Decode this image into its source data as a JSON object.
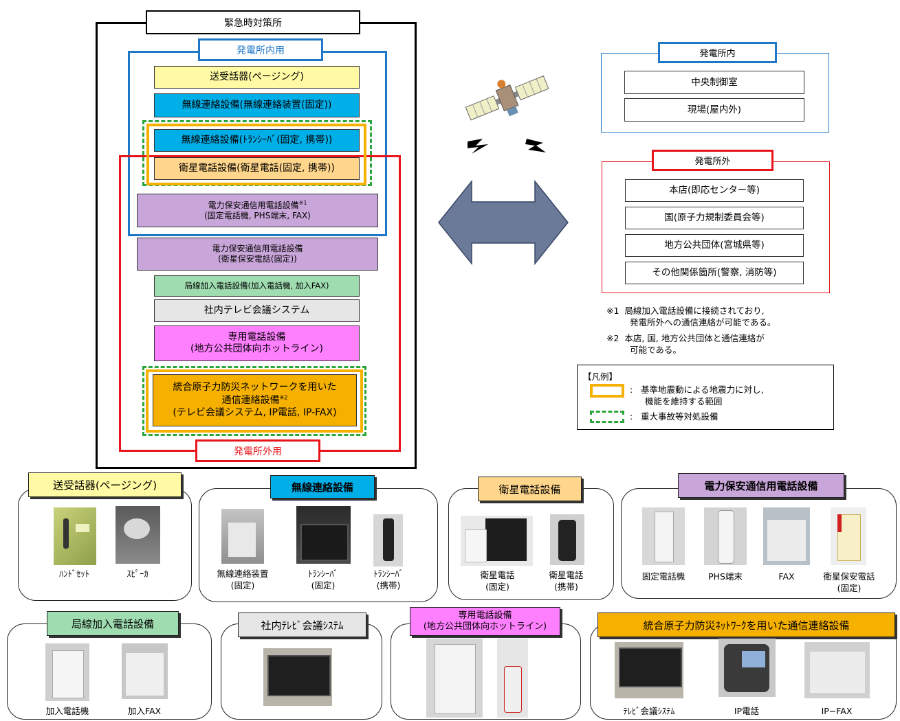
{
  "facility": {
    "title": "緊急時対策所",
    "inside_label": "発電所内用",
    "outside_label": "発電所外用",
    "items": {
      "paging": "送受話器(ページング)",
      "radio_fixed": "無線連絡設備(無線連絡装置(固定))",
      "radio_transceiver": "無線連絡設備(ﾄﾗﾝｼｰﾊﾞ(固定, 携帯))",
      "satellite": "衛星電話設備(衛星電話(固定, 携帯))",
      "power_phone_1_line1": "電力保安通信用電話設備",
      "power_phone_1_sup": "※1",
      "power_phone_1_line2": "(固定電話機, PHS端末, FAX)",
      "power_phone_2_line1": "電力保安通信用電話設備",
      "power_phone_2_line2": "(衛星保安電話(固定))",
      "local_line": "局線加入電話設備(加入電話機, 加入FAX)",
      "tv_conf": "社内テレビ会議システム",
      "dedicated_line1": "専用電話設備",
      "dedicated_line2": "(地方公共団体向ホットライン)",
      "integrated_line1": "統合原子力防災ネットワークを用いた",
      "integrated_line2": "通信連絡設備",
      "integrated_sup": "※2",
      "integrated_line3": "(テレビ会議システム, IP電話, IP-FAX)"
    }
  },
  "plant_inside": {
    "title": "発電所内",
    "items": [
      "中央制御室",
      "現場(屋内外)"
    ]
  },
  "plant_outside": {
    "title": "発電所外",
    "items": [
      "本店(即応センター等)",
      "国(原子力規制委員会等)",
      "地方公共団体(宮城県等)",
      "その他関係箇所(警察, 消防等)"
    ]
  },
  "notes": {
    "n1_mark": "※1",
    "n1_line1": "局線加入電話設備に接続されており,",
    "n1_line2": "発電所外への通信連絡が可能である。",
    "n2_mark": "※2",
    "n2_line1": "本店, 国, 地方公共団体と通信連絡が",
    "n2_line2": "可能である。"
  },
  "legend": {
    "title": "【凡例】",
    "orange_line1": "基準地震動による地震力に対し,",
    "orange_line2": "機能を維持する範囲",
    "green_text": "重大事故等対処設備",
    "colon": ":"
  },
  "panels": {
    "paging": {
      "title": "送受話器(ページング)",
      "items": [
        "ﾊﾝﾄﾞｾｯﾄ",
        "ｽﾋﾟｰｶ"
      ]
    },
    "radio": {
      "title": "無線連絡設備",
      "items": [
        [
          "無線連絡装置",
          "(固定)"
        ],
        [
          "ﾄﾗﾝｼｰﾊﾞ",
          "(固定)"
        ],
        [
          "ﾄﾗﾝｼｰﾊﾞ",
          "(携帯)"
        ]
      ]
    },
    "satellite": {
      "title": "衛星電話設備",
      "items": [
        [
          "衛星電話",
          "(固定)"
        ],
        [
          "衛星電話",
          "(携帯)"
        ]
      ]
    },
    "power": {
      "title": "電力保安通信用電話設備",
      "items": [
        [
          "固定電話機"
        ],
        [
          "PHS端末"
        ],
        [
          "FAX"
        ],
        [
          "衛星保安電話",
          "(固定)"
        ]
      ]
    },
    "local": {
      "title": "局線加入電話設備",
      "items": [
        "加入電話機",
        "加入FAX"
      ]
    },
    "tv": {
      "title": "社内ﾃﾚﾋﾞ会議ｼｽﾃﾑ"
    },
    "dedicated": {
      "title_line1": "専用電話設備",
      "title_line2": "(地方公共団体向ホットライン)"
    },
    "integrated": {
      "title": "統合原子力防災ﾈｯﾄﾜｰｸを用いた通信連絡設備",
      "items": [
        "ﾃﾚﾋﾞ会議ｼｽﾃﾑ",
        "IP電話",
        "IP−FAX"
      ]
    }
  },
  "colors": {
    "facility_border": "#000000",
    "inside_border": "#1f77c8",
    "outside_border": "#e8141b",
    "seismic_border": "#f5b000",
    "sa_border": "#2aa63a",
    "paging_fill": "#fffaa3",
    "radio_fill": "#00aee8",
    "satellite_fill": "#ffd68c",
    "power_fill": "#c9a6d9",
    "local_fill": "#9fdcb0",
    "tv_fill": "#e6e6e6",
    "dedicated_fill": "#ff80ff",
    "integrated_fill": "#f5b000",
    "arrow_fill": "#6b7a99"
  }
}
